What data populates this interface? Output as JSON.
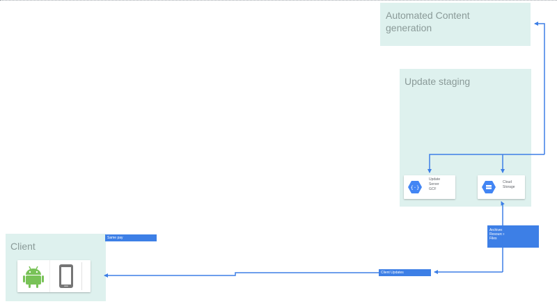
{
  "panels": {
    "automated_content": {
      "title": "Automated Content generation"
    },
    "update_staging": {
      "title": "Update staging"
    },
    "client": {
      "title": "Client"
    }
  },
  "components": {
    "update_server": {
      "label": "Update\nServer\nGCF",
      "icon": "cloud-functions-icon"
    },
    "cloud_storage": {
      "label": "Cloud\nStorage",
      "icon": "cloud-storage-icon"
    }
  },
  "client_devices": [
    {
      "icon": "android-icon"
    },
    {
      "icon": "phone-icon"
    }
  ],
  "tags": {
    "same_pay": "Same pay",
    "client_updates": "Client Updates",
    "archived_files": "Archived\nResource\nFiles"
  },
  "colors": {
    "panel_fill": "#def1ee",
    "panel_title": "#8a9a98",
    "connector": "#3d7fe6",
    "gcp_blue": "#4285f4",
    "android_green": "#78c257",
    "phone_gray": "#757575"
  }
}
